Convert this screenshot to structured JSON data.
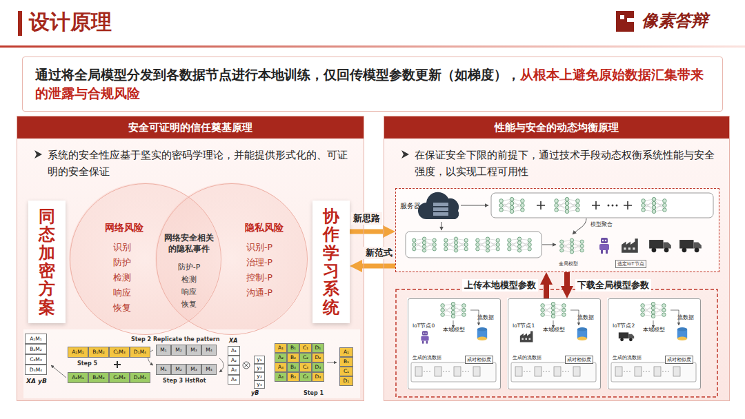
{
  "diagram": {
    "title": "设计原理",
    "nodes": [
      {
        "text": [
          "通过将全局模型分发到各数据节点进行本地训练，仅回传模型参数更新（如梯度），",
          "从根本上避免原始数据汇集带来的泄露与合规风险"
        ]
      },
      {
        "text": [
          "安全可证明的信任奠基原理",
          "系统的安全性应基于坚实的密码学理论，并能提供形式化的、可证明的安全保证"
        ]
      },
      {
        "text": [
          "性能与安全的动态均衡原理",
          "在保证安全下限的前提下，通过技术手段动态权衡系统性能与安全强度，以实现工程可用性"
        ]
      },
      {
        "text": [
          "同态加密方案"
        ],
        "in": 1
      },
      {
        "text": [
          "网络风险",
          "识别",
          "防护",
          "检测",
          "响应",
          "恢复"
        ],
        "in": 1
      },
      {
        "text": [
          "网络安全相关的隐私事件",
          "防护-P",
          "检测",
          "响应",
          "恢复"
        ],
        "in": 1
      },
      {
        "text": [
          "隐私风险",
          "识别-P",
          "治理-P",
          "控制-P",
          "沟通-P"
        ],
        "in": 1
      },
      {
        "text": [
          "协作学习系统"
        ],
        "in": 1
      },
      {
        "text": [
          "服务器",
          "模型聚合",
          "全局模型",
          "选定IoT节点"
        ],
        "in": 2
      },
      {
        "text": [
          "IoT节点0",
          "流数据",
          "本地模型",
          "生成的流数据",
          "成对相似度"
        ],
        "in": 2
      },
      {
        "text": [
          "IoT节点1",
          "流数据",
          "本地模型",
          "生成的流数据",
          "成对相似度"
        ],
        "in": 2
      },
      {
        "text": [
          "IoT节点2",
          "流数据",
          "本地模型",
          "生成的流数据",
          "成对相似度"
        ],
        "in": 2
      }
    ],
    "edges": [
      {
        "from": 7,
        "to": 8,
        "arrow": "to",
        "label": "新思路"
      },
      {
        "from": 8,
        "to": 7,
        "arrow": "to",
        "label": "新范式"
      },
      {
        "from": 10,
        "to": 8,
        "arrow": "to",
        "label": "上传本地模型参数"
      },
      {
        "from": 8,
        "to": 10,
        "arrow": "to",
        "label": "下载全局模型参数"
      }
    ],
    "labels": [
      "像素答辩",
      "XA yB",
      "A₁M₁",
      "B₂M₂",
      "C₃M₃",
      "D₄M₄",
      "Step 5",
      "A₁M₁",
      "B₁M₂",
      "C₁M₃",
      "D₁M₄",
      "A₂M₁",
      "B₂M₂",
      "C₂M₃",
      "D₂M₄",
      "Step 2 Replicate the pattern",
      "M₁",
      "M₂",
      "M₃",
      "M₄",
      "M₁",
      "M₂",
      "M₃",
      "M₄",
      "Step 3 HstRot",
      "XA",
      "A₁",
      "A₂",
      "A₃",
      "A₄",
      "yB",
      "y₁",
      "y₂",
      "y₃",
      "y₄",
      "A₁",
      "B₁",
      "C₁",
      "D₁",
      "A₂",
      "B₂",
      "C₂",
      "D₂",
      "A₃",
      "B₃",
      "C₃",
      "D₃",
      "A₄",
      "B₄",
      "C₄",
      "D₄",
      "Step 1",
      "A₁",
      "B₁",
      "C₁",
      "D₁"
    ]
  }
}
